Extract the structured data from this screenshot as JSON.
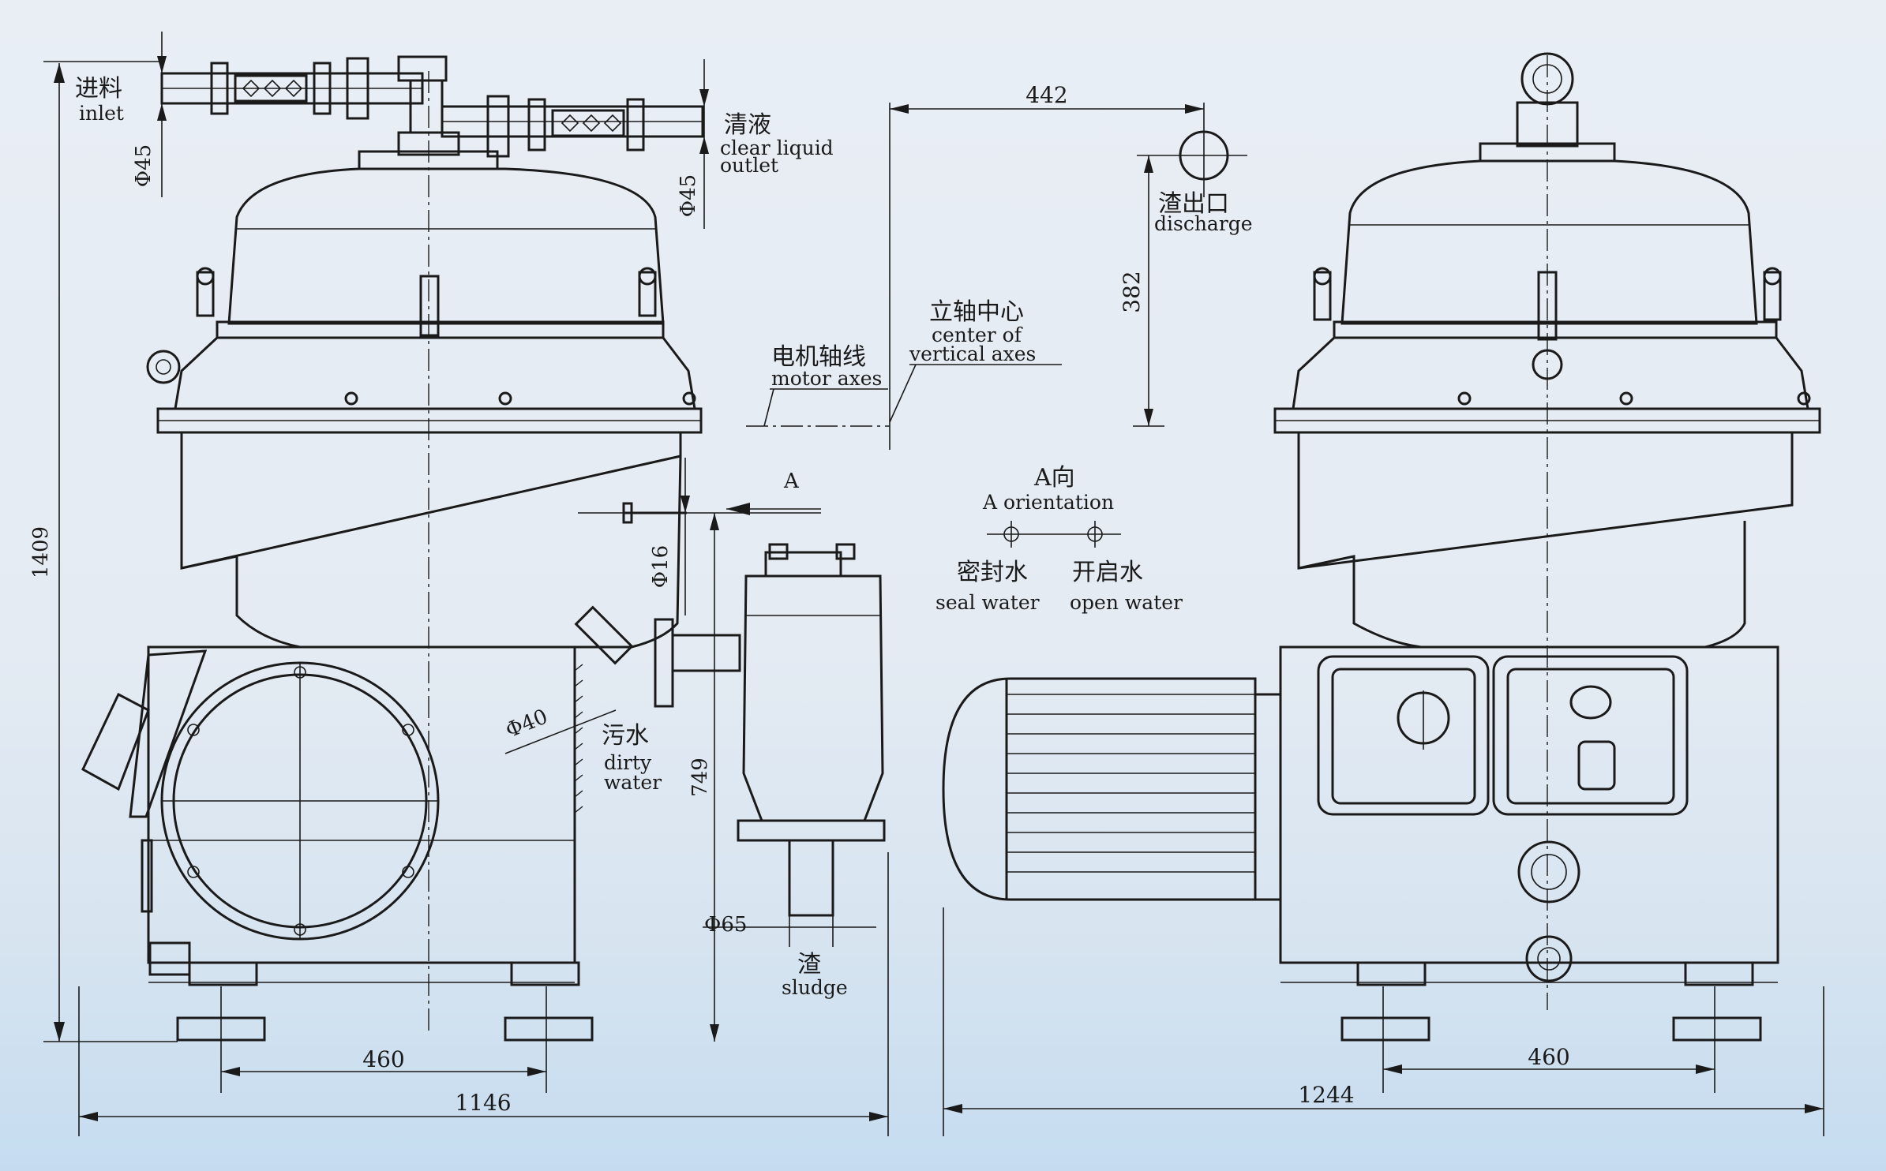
{
  "labels": {
    "inlet_zh": "进料",
    "inlet_en": "inlet",
    "clear_zh": "清液",
    "clear_en1": "clear liquid",
    "clear_en2": "outlet",
    "discharge_zh": "渣出口",
    "discharge_en": "discharge",
    "vcenter_zh": "立轴中心",
    "vcenter_en1": "center of",
    "vcenter_en2": "vertical axes",
    "motor_zh": "电机轴线",
    "motor_en": "motor axes",
    "arrow_a": "A",
    "orient_zh": "A向",
    "orient_en": "A orientation",
    "seal_zh": "密封水",
    "seal_en": "seal water",
    "open_zh": "开启水",
    "open_en": "open water",
    "dirty_zh": "污水",
    "dirty_en1": "dirty",
    "dirty_en2": "water",
    "sludge_zh": "渣",
    "sludge_en": "sludge"
  },
  "dimensions": {
    "height_total": "1409",
    "inlet_dia": "Φ45",
    "outlet_dia": "Φ45",
    "width_442": "442",
    "height_382": "382",
    "water_dia": "Φ16",
    "dirty_dia": "Φ40",
    "height_749": "749",
    "sludge_dia": "Φ65",
    "base_left": "460",
    "width_left": "1146",
    "base_right": "460",
    "width_right": "1244"
  }
}
